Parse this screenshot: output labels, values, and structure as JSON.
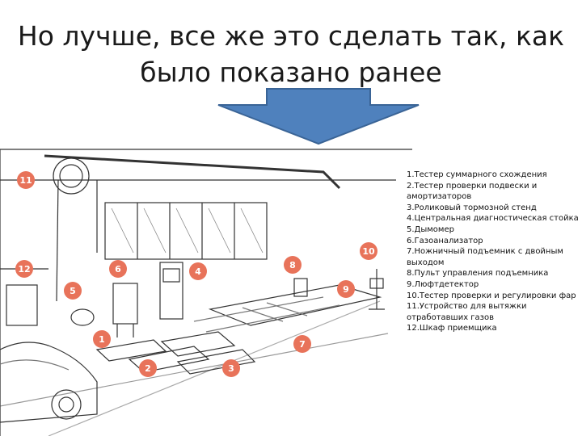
{
  "slide": {
    "title_line1": "Но лучше, все же это сделать так, как",
    "title_line2": "было показано ранее"
  },
  "arrow": {
    "color": "#4f81bd"
  },
  "illustration": {
    "badge_color": "#e8735a",
    "badges": [
      "11",
      "12",
      "6",
      "4",
      "5",
      "1",
      "2",
      "3",
      "8",
      "9",
      "7",
      "10"
    ]
  },
  "legend": [
    "1.Тестер суммарного схождения",
    "2.Тестер проверки подвески и амортизаторов",
    "3.Роликовый тормозной стенд",
    "4.Центральная диагностическая стойка",
    "5.Дымомер",
    "6.Газоанализатор",
    "7.Ножничный подъемник с двойным выходом",
    "8.Пульт управления подъемника",
    "9.Люфтдетектор",
    "10.Тестер проверки и регулировки фар",
    "11.Устройство для вытяжки отработавших газов",
    "12.Шкаф приемщика"
  ]
}
